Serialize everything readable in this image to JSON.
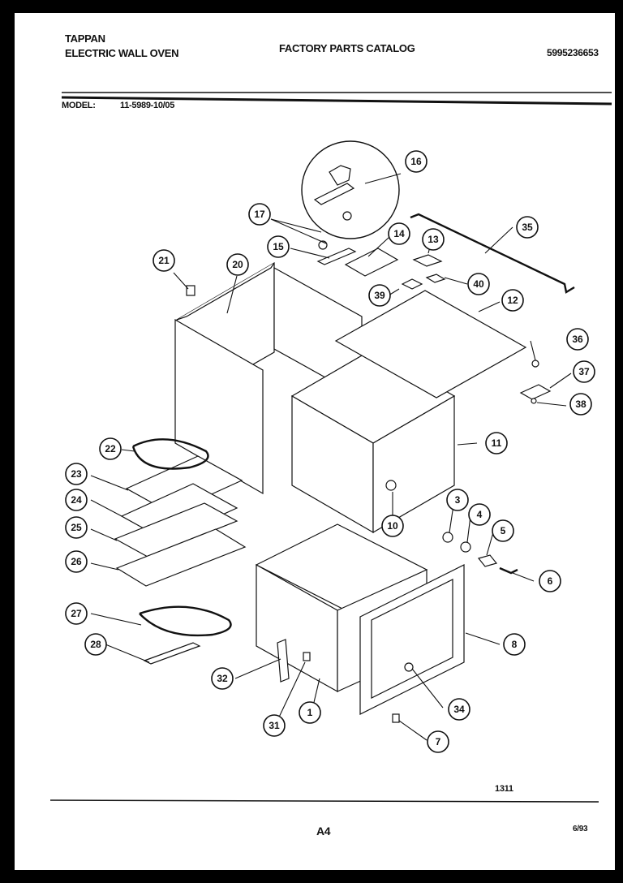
{
  "header": {
    "brand": "TAPPAN",
    "product": "ELECTRIC WALL OVEN",
    "catalog_title": "FACTORY PARTS CATALOG",
    "part_number": "5995236653"
  },
  "model": {
    "label": "MODEL:",
    "value": "11-5989-10/05"
  },
  "footer": {
    "code": "1311",
    "page": "A4",
    "date": "6/93"
  },
  "callouts": [
    "1",
    "3",
    "4",
    "5",
    "6",
    "7",
    "8",
    "10",
    "11",
    "12",
    "13",
    "14",
    "15",
    "16",
    "17",
    "20",
    "21",
    "22",
    "23",
    "24",
    "25",
    "26",
    "27",
    "28",
    "31",
    "32",
    "34",
    "35",
    "36",
    "37",
    "38",
    "39",
    "40"
  ]
}
